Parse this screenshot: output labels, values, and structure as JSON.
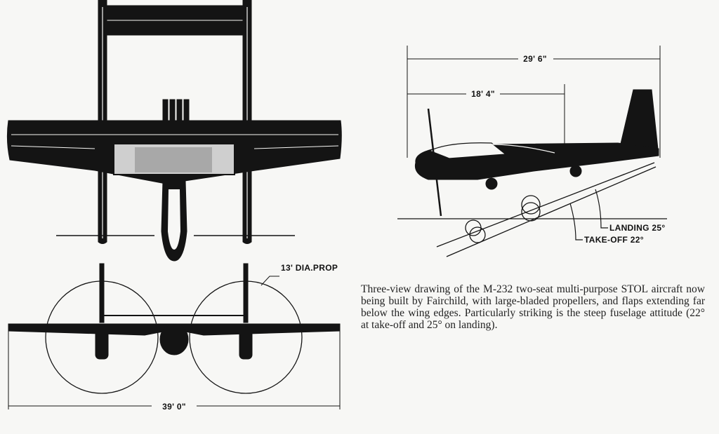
{
  "labels": {
    "prop_diameter": "13' DIA.PROP",
    "span": "39' 0\"",
    "overall_length": "29' 6\"",
    "partial_length": "18' 4\"",
    "landing": "LANDING 25°",
    "takeoff": "TAKE-OFF 22°"
  },
  "caption": "Three-view drawing of the M-232 two-seat multi-purpose STOL aircraft now being built by Fairchild, with large-bladed propellers, and flaps extending far below the wing edges. Particularly striking is the steep fuselage attitude (22° at take-off and 25° on landing).",
  "colors": {
    "ink": "#141414",
    "paper": "#f7f7f5",
    "glass": "#b8b8b8"
  }
}
